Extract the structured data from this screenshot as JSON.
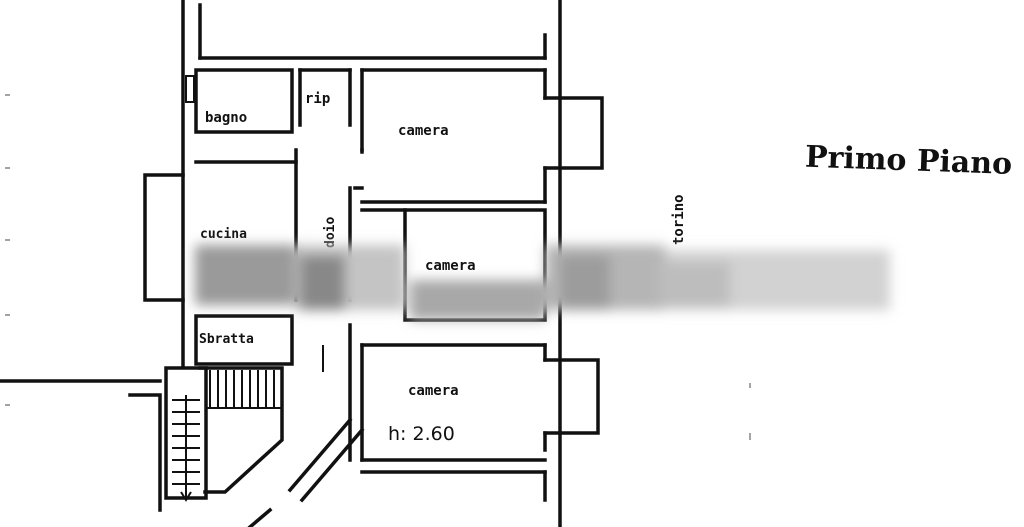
{
  "title": "Primo Piano",
  "rooms": {
    "bagno": "bagno",
    "ripostiglio": "rip",
    "camera_top": "camera",
    "cucina": "cucina",
    "corridoio_fragment": "doio",
    "camera_middle": "camera",
    "soggiorno_fragment": "Sbratta",
    "camera_bottom": "camera"
  },
  "ceiling_height": "h: 2.60",
  "side_label": "torino",
  "redaction": "blurred"
}
